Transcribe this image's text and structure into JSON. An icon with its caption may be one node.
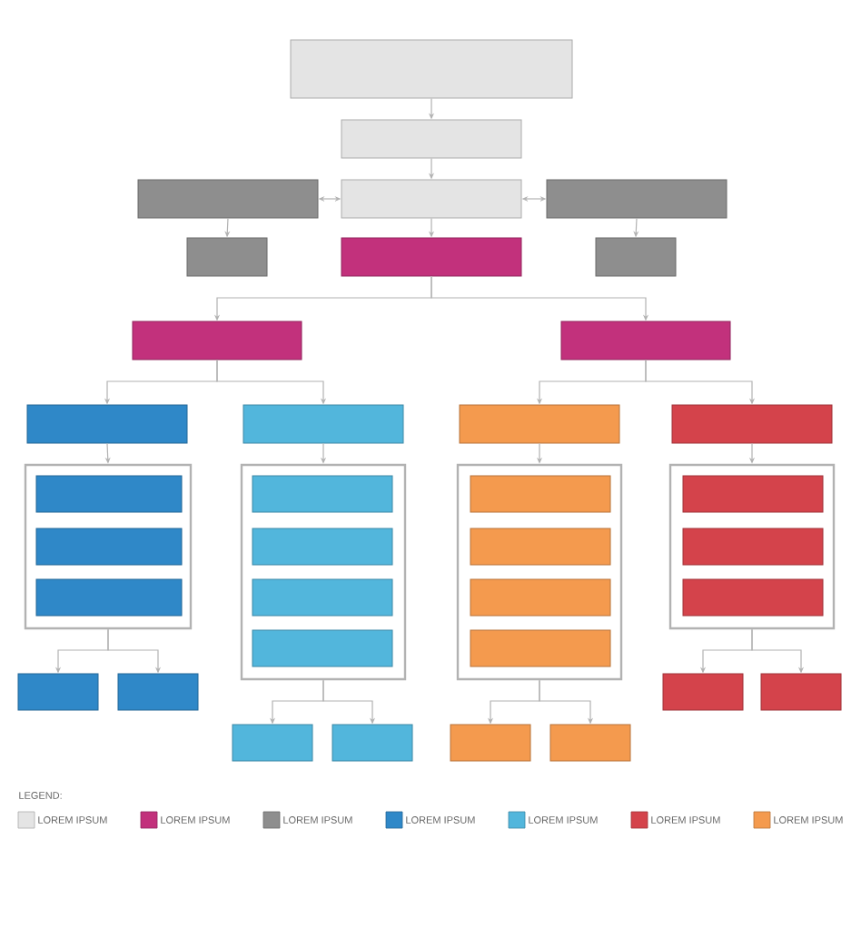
{
  "diagram": {
    "nodes": [
      {
        "text": [],
        "shape": "box"
      },
      {
        "text": [],
        "shape": "box"
      },
      {
        "text": [],
        "shape": "box"
      },
      {
        "text": [],
        "shape": "box"
      },
      {
        "text": [],
        "shape": "box"
      },
      {
        "text": [],
        "shape": "box"
      },
      {
        "text": [],
        "shape": "box"
      },
      {
        "text": [],
        "shape": "box"
      },
      {
        "text": [],
        "shape": "box"
      },
      {
        "text": [],
        "shape": "box"
      },
      {
        "text": [],
        "shape": "box"
      },
      {
        "text": [],
        "shape": "box"
      },
      {
        "text": [],
        "shape": "box"
      },
      {
        "text": [],
        "shape": "box"
      },
      {
        "text": [],
        "shape": "box"
      },
      {
        "text": [],
        "shape": "box",
        "in": 14
      },
      {
        "text": [],
        "shape": "box",
        "in": 14
      },
      {
        "text": [],
        "shape": "box",
        "in": 14
      },
      {
        "text": [],
        "shape": "box"
      },
      {
        "text": [],
        "shape": "box",
        "in": 18
      },
      {
        "text": [],
        "shape": "box",
        "in": 18
      },
      {
        "text": [],
        "shape": "box",
        "in": 18
      },
      {
        "text": [],
        "shape": "box",
        "in": 18
      },
      {
        "text": [],
        "shape": "box"
      },
      {
        "text": [],
        "shape": "box",
        "in": 23
      },
      {
        "text": [],
        "shape": "box",
        "in": 23
      },
      {
        "text": [],
        "shape": "box",
        "in": 23
      },
      {
        "text": [],
        "shape": "box",
        "in": 23
      },
      {
        "text": [],
        "shape": "box"
      },
      {
        "text": [],
        "shape": "box",
        "in": 28
      },
      {
        "text": [],
        "shape": "box",
        "in": 28
      },
      {
        "text": [],
        "shape": "box",
        "in": 28
      },
      {
        "text": [],
        "shape": "box"
      },
      {
        "text": [],
        "shape": "box"
      },
      {
        "text": [],
        "shape": "box"
      },
      {
        "text": [],
        "shape": "box"
      },
      {
        "text": [],
        "shape": "box"
      },
      {
        "text": [],
        "shape": "box"
      },
      {
        "text": [],
        "shape": "box"
      },
      {
        "text": [],
        "shape": "box"
      }
    ],
    "edges": [
      {
        "from": 0,
        "to": 1,
        "arrow": "to"
      },
      {
        "from": 1,
        "to": 3,
        "arrow": "to"
      },
      {
        "from": 3,
        "to": 2,
        "arrow": "both"
      },
      {
        "from": 3,
        "to": 4,
        "arrow": "both"
      },
      {
        "from": 2,
        "to": 5,
        "arrow": "to"
      },
      {
        "from": 3,
        "to": 6,
        "arrow": "to"
      },
      {
        "from": 4,
        "to": 7,
        "arrow": "to"
      },
      {
        "from": 6,
        "to": 8,
        "arrow": "to"
      },
      {
        "from": 6,
        "to": 9,
        "arrow": "to"
      },
      {
        "from": 8,
        "to": 10,
        "arrow": "to"
      },
      {
        "from": 8,
        "to": 11,
        "arrow": "to"
      },
      {
        "from": 9,
        "to": 12,
        "arrow": "to"
      },
      {
        "from": 9,
        "to": 13,
        "arrow": "to"
      },
      {
        "from": 10,
        "to": 14,
        "arrow": "to"
      },
      {
        "from": 11,
        "to": 18,
        "arrow": "to"
      },
      {
        "from": 12,
        "to": 23,
        "arrow": "to"
      },
      {
        "from": 13,
        "to": 28,
        "arrow": "to"
      },
      {
        "from": 14,
        "to": 32,
        "arrow": "to"
      },
      {
        "from": 14,
        "to": 33,
        "arrow": "to"
      },
      {
        "from": 18,
        "to": 34,
        "arrow": "to"
      },
      {
        "from": 18,
        "to": 35,
        "arrow": "to"
      },
      {
        "from": 23,
        "to": 36,
        "arrow": "to"
      },
      {
        "from": 23,
        "to": 37,
        "arrow": "to"
      },
      {
        "from": 28,
        "to": 38,
        "arrow": "to"
      },
      {
        "from": 28,
        "to": 39,
        "arrow": "to"
      }
    ],
    "labels": [
      "LEGEND:"
    ],
    "legend": [
      {
        "text": "LOREM IPSUM",
        "color": "#e4e4e4"
      },
      {
        "text": "LOREM IPSUM",
        "color": "#c2317c"
      },
      {
        "text": "LOREM IPSUM",
        "color": "#8e8e8e"
      },
      {
        "text": "LOREM IPSUM",
        "color": "#2f88c8"
      },
      {
        "text": "LOREM IPSUM",
        "color": "#52b6dc"
      },
      {
        "text": "LOREM IPSUM",
        "color": "#d4434b"
      },
      {
        "text": "LOREM IPSUM",
        "color": "#f49a4e"
      }
    ]
  }
}
